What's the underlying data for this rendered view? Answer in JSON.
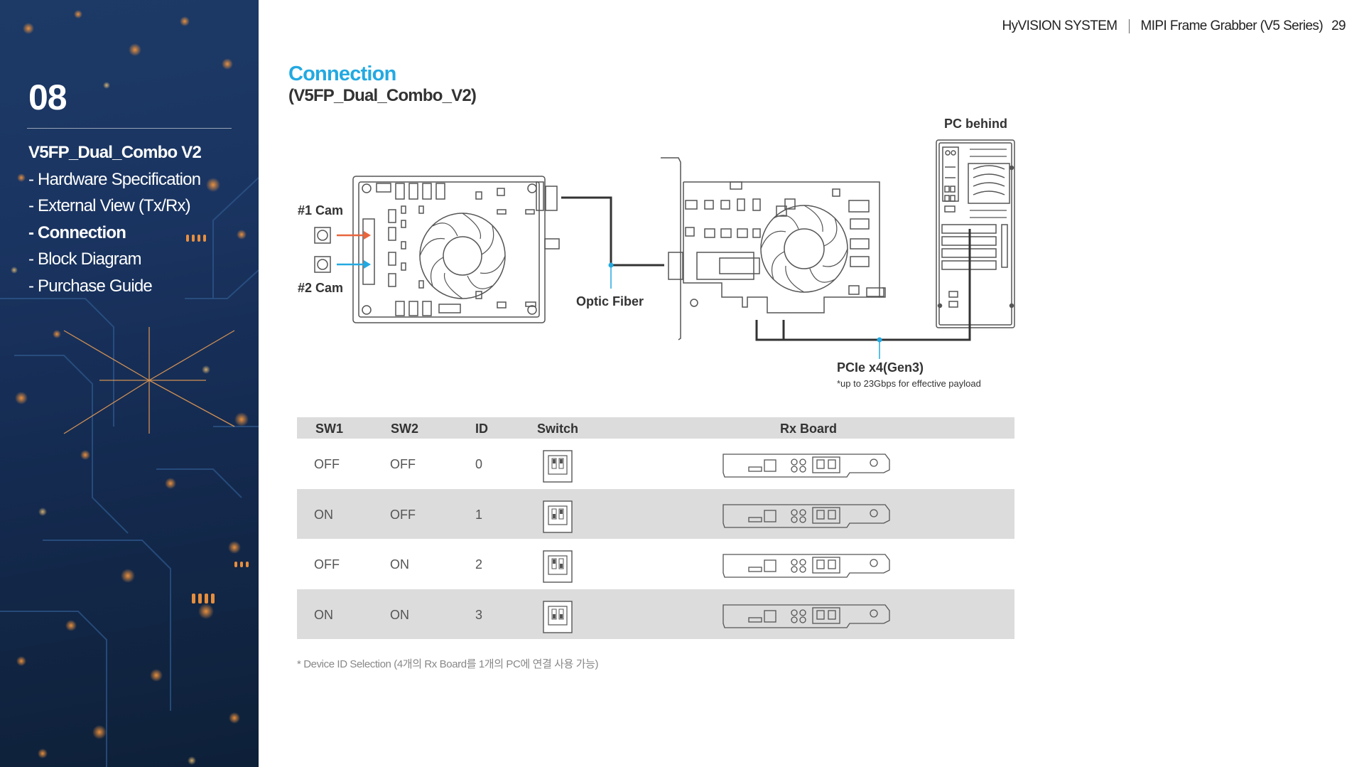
{
  "sidebar": {
    "chapter": "08",
    "title": "V5FP_Dual_Combo V2",
    "items": [
      {
        "label": "- Hardware Specification",
        "active": false
      },
      {
        "label": "- External View (Tx/Rx)",
        "active": false
      },
      {
        "label": "- Connection",
        "active": true
      },
      {
        "label": "- Block Diagram",
        "active": false
      },
      {
        "label": "- Purchase Guide",
        "active": false
      }
    ]
  },
  "header": {
    "brand": "HyVISION SYSTEM",
    "product": "MIPI Frame Grabber (V5 Series)",
    "page": "29"
  },
  "section": {
    "title": "Connection",
    "subtitle": "(V5FP_Dual_Combo_V2)"
  },
  "diagram": {
    "cam1": "#1 Cam",
    "cam2": "#2 Cam",
    "optic": "Optic Fiber",
    "pc": "PC behind",
    "pcie": "PCIe x4(Gen3)",
    "pcie_note": "*up to 23Gbps for effective payload",
    "colors": {
      "cam1_arrow": "#e8663d",
      "cam2_arrow": "#23a9e1",
      "accent": "#23a9e1"
    }
  },
  "table": {
    "headers": [
      "SW1",
      "SW2",
      "ID",
      "Switch",
      "Rx Board"
    ],
    "rows": [
      {
        "sw1": "OFF",
        "sw2": "OFF",
        "id": "0"
      },
      {
        "sw1": "ON",
        "sw2": "OFF",
        "id": "1"
      },
      {
        "sw1": "OFF",
        "sw2": "ON",
        "id": "2"
      },
      {
        "sw1": "ON",
        "sw2": "ON",
        "id": "3"
      }
    ]
  },
  "footnote": "* Device ID Selection (4개의 Rx Board를 1개의 PC에 연결 사용 가능)"
}
